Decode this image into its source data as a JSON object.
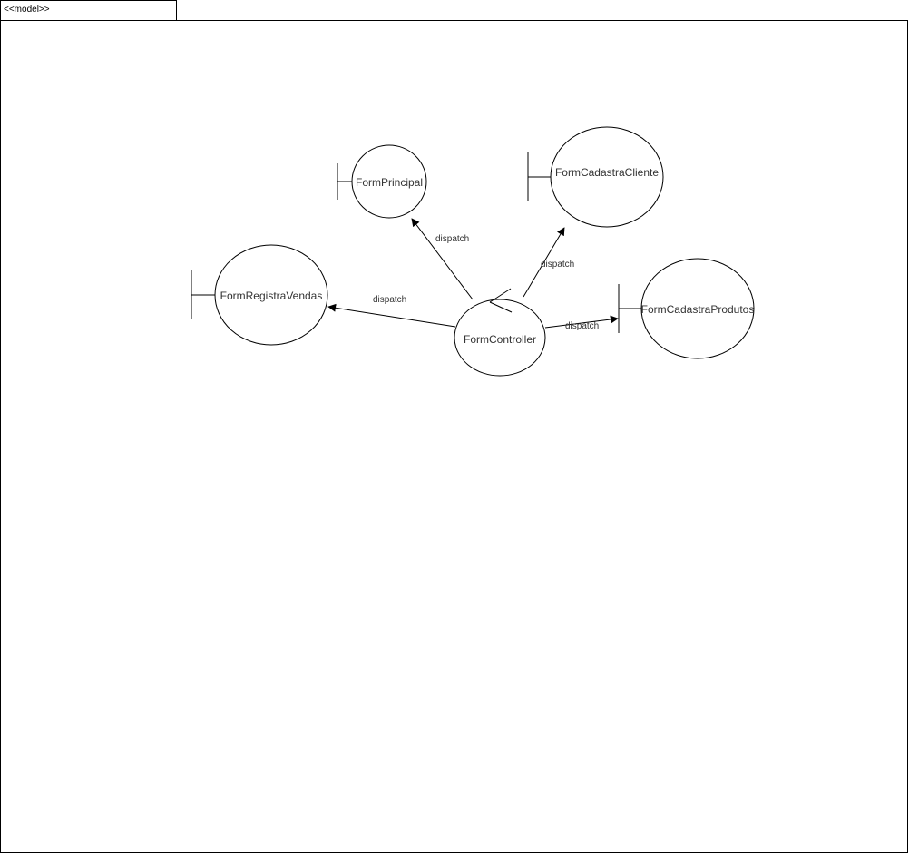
{
  "frame": {
    "title": "<<model>>"
  },
  "nodes": {
    "form_principal": {
      "label": "FormPrincipal",
      "kind": "boundary"
    },
    "form_cadastra_cliente": {
      "label": "FormCadastraCliente",
      "kind": "boundary"
    },
    "form_registra_vendas": {
      "label": "FormRegistraVendas",
      "kind": "boundary"
    },
    "form_cadastra_produtos": {
      "label": "FormCadastraProdutos",
      "kind": "boundary"
    },
    "form_controller": {
      "label": "FormController",
      "kind": "control"
    }
  },
  "edges": [
    {
      "from": "form_controller",
      "to": "form_principal",
      "label": "dispatch"
    },
    {
      "from": "form_controller",
      "to": "form_cadastra_cliente",
      "label": "dispatch"
    },
    {
      "from": "form_controller",
      "to": "form_registra_vendas",
      "label": "dispatch"
    },
    {
      "from": "form_controller",
      "to": "form_cadastra_produtos",
      "label": "dispatch"
    }
  ]
}
